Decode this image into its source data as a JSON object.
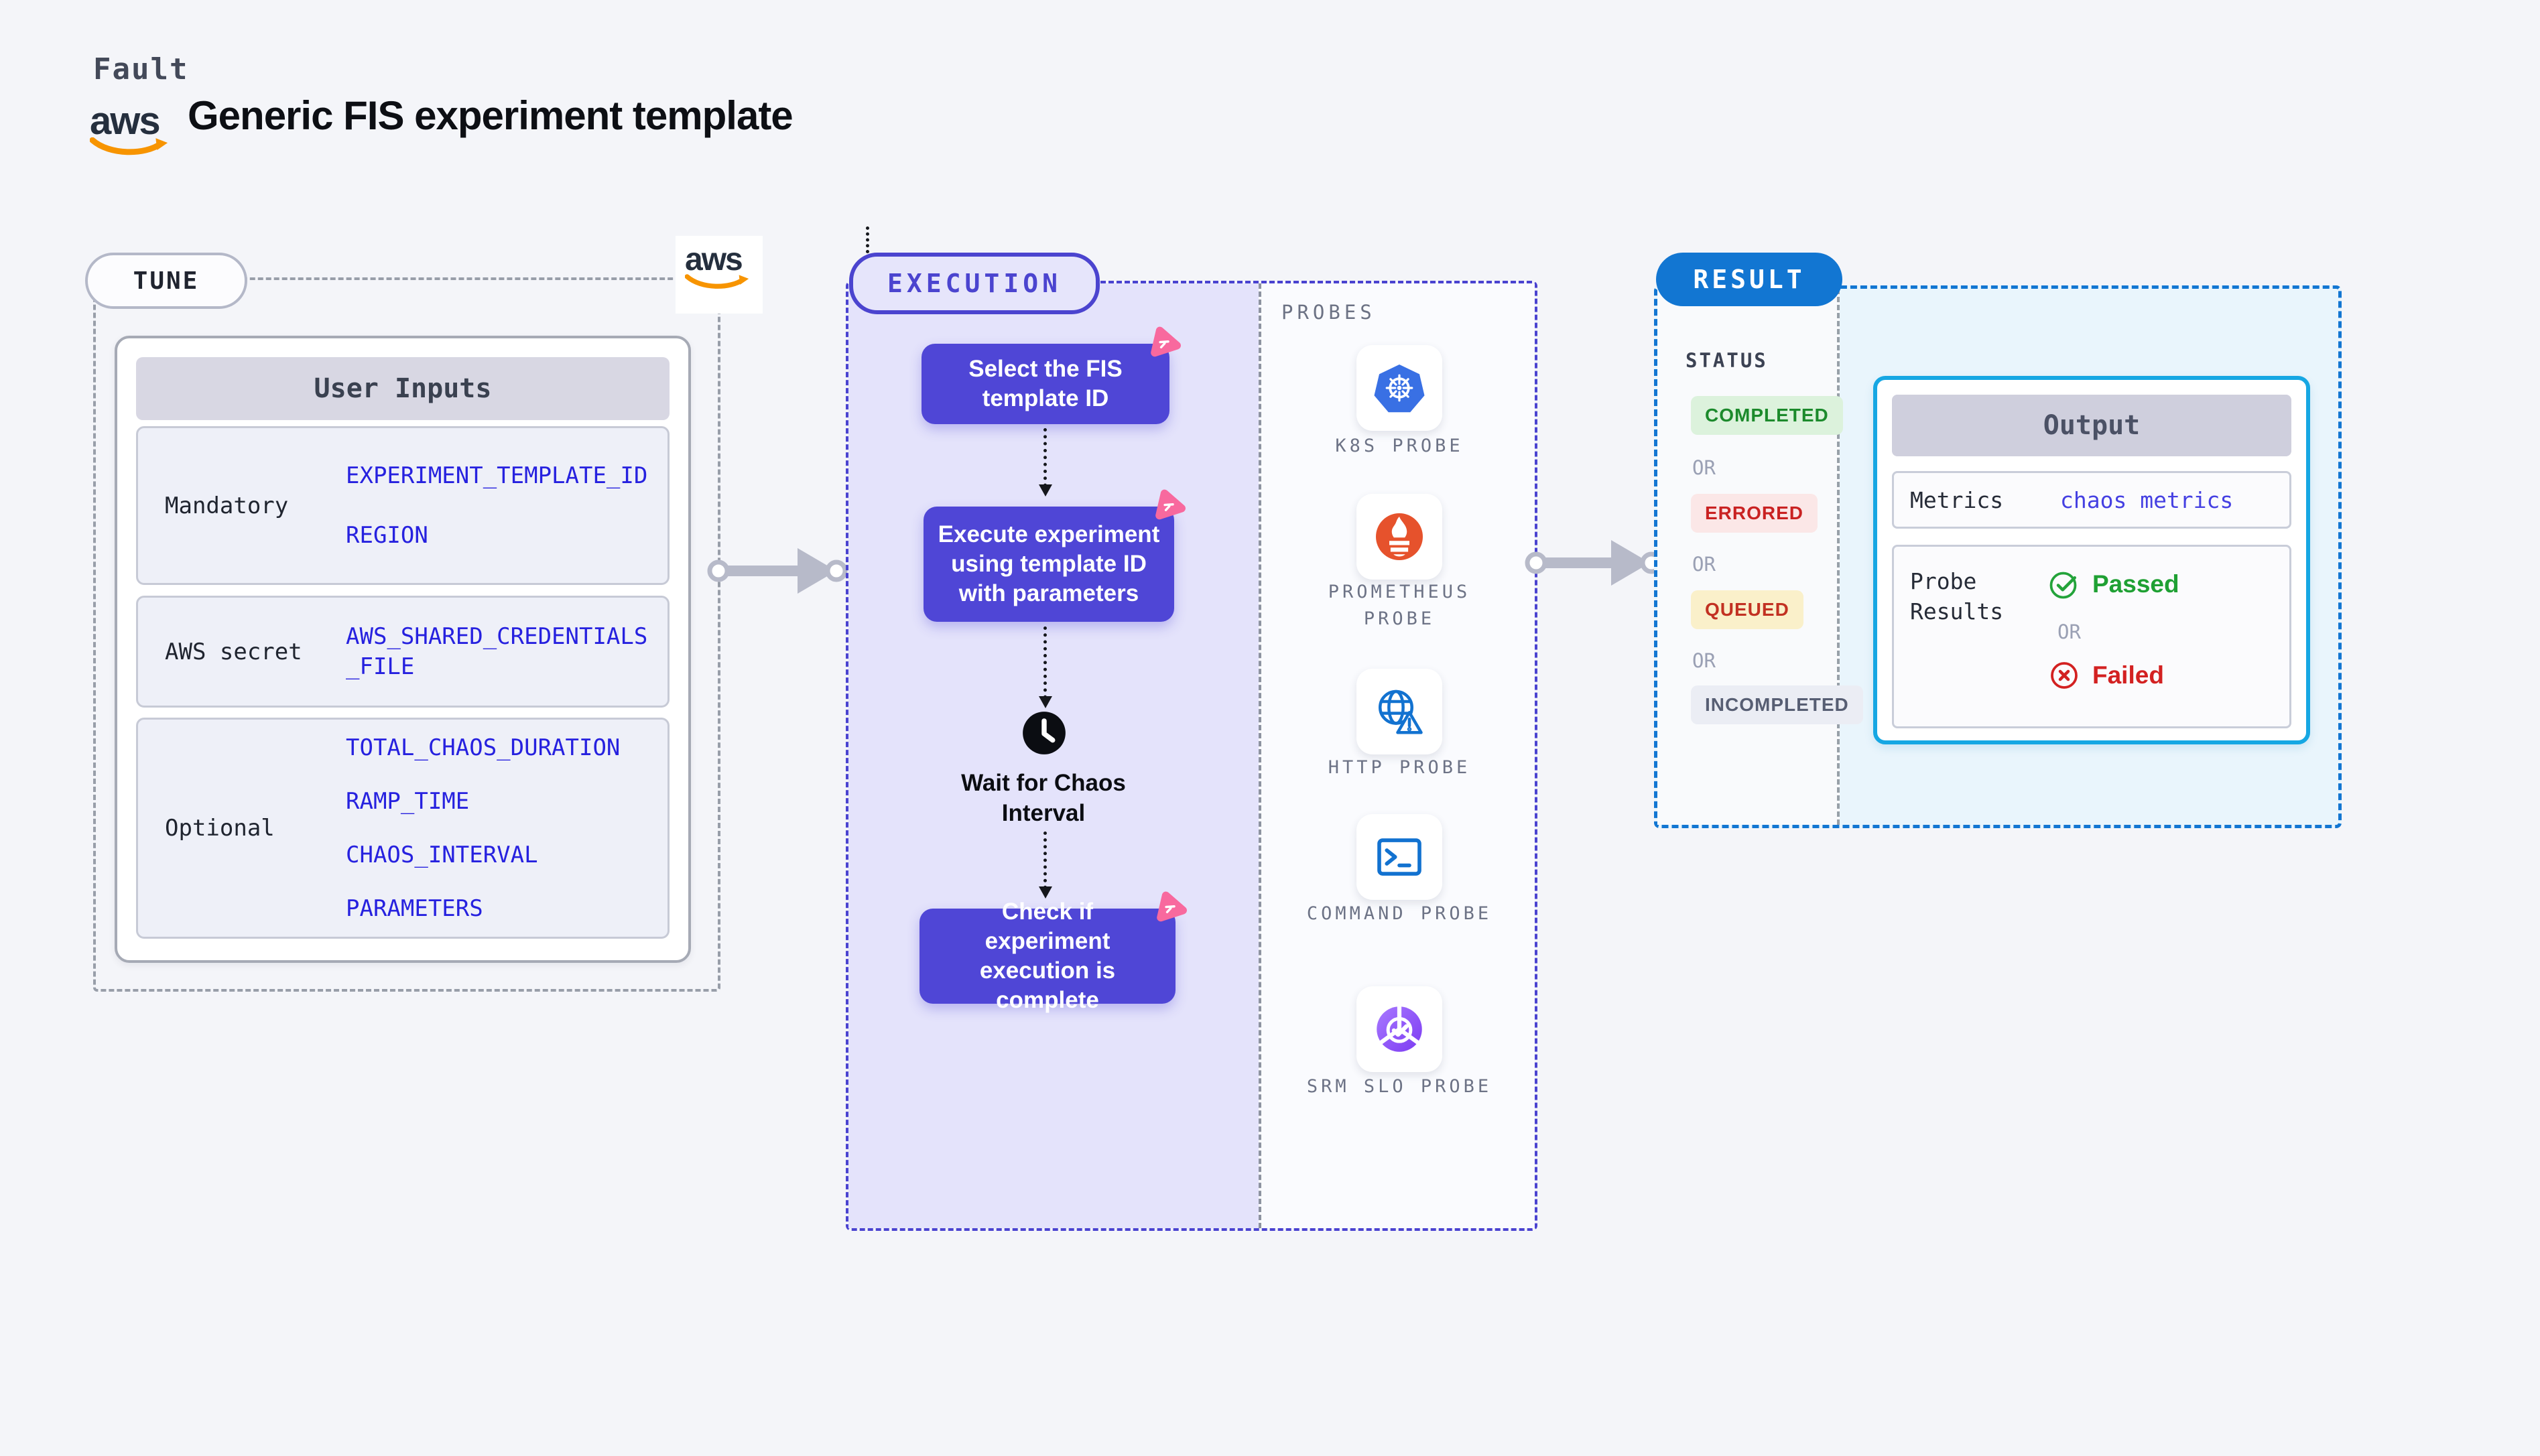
{
  "header": {
    "brand": "Fault",
    "title": "Generic FIS experiment template",
    "aws_logo_text": "aws"
  },
  "tune": {
    "badge": "TUNE",
    "user_inputs": {
      "header": "User Inputs",
      "rows": [
        {
          "label": "Mandatory",
          "values": [
            "EXPERIMENT_TEMPLATE_ID",
            "REGION"
          ]
        },
        {
          "label": "AWS secret",
          "values": [
            "AWS_SHARED_CREDENTIALS_FILE"
          ]
        },
        {
          "label": "Optional",
          "values": [
            "TOTAL_CHAOS_DURATION",
            "RAMP_TIME",
            "CHAOS_INTERVAL",
            "PARAMETERS"
          ]
        }
      ]
    }
  },
  "execution": {
    "badge": "EXECUTION",
    "steps": [
      "Select the FIS template ID",
      "Execute experiment using template ID with parameters",
      "Check if experiment execution is complete"
    ],
    "wait_label": "Wait for Chaos Interval",
    "probes_label": "PROBES",
    "probes": [
      {
        "label": "K8S PROBE",
        "icon": "kubernetes-icon"
      },
      {
        "label": "PROMETHEUS PROBE",
        "icon": "prometheus-icon"
      },
      {
        "label": "HTTP PROBE",
        "icon": "globe-alert-icon"
      },
      {
        "label": "COMMAND PROBE",
        "icon": "terminal-icon"
      },
      {
        "label": "SRM SLO PROBE",
        "icon": "slo-pie-icon"
      }
    ]
  },
  "result": {
    "badge": "RESULT",
    "status_label": "STATUS",
    "or_label": "OR",
    "statuses": [
      {
        "label": "COMPLETED",
        "kind": "success"
      },
      {
        "label": "ERRORED",
        "kind": "error"
      },
      {
        "label": "QUEUED",
        "kind": "warning"
      },
      {
        "label": "INCOMPLETED",
        "kind": "neutral"
      }
    ],
    "output": {
      "header": "Output",
      "metrics_label": "Metrics",
      "metrics_value": "chaos metrics",
      "probe_results_label": "Probe Results",
      "passed_label": "Passed",
      "failed_label": "Failed"
    }
  },
  "colors": {
    "page_bg": "#f4f5f9",
    "flow_box_indigo": "#4f46d6",
    "execution_accent": "#4b44cf",
    "execution_area_bg": "#e4e3fb",
    "result_blue": "#1276d2",
    "output_border_cyan": "#16a7e3",
    "success_green": "#1fa033",
    "error_red": "#d32121",
    "value_blue": "#2621df",
    "aws_orange": "#f79400",
    "fan_pink": "#f8699e",
    "kubernetes_blue": "#3970e4",
    "prometheus_orange": "#e6522c"
  }
}
